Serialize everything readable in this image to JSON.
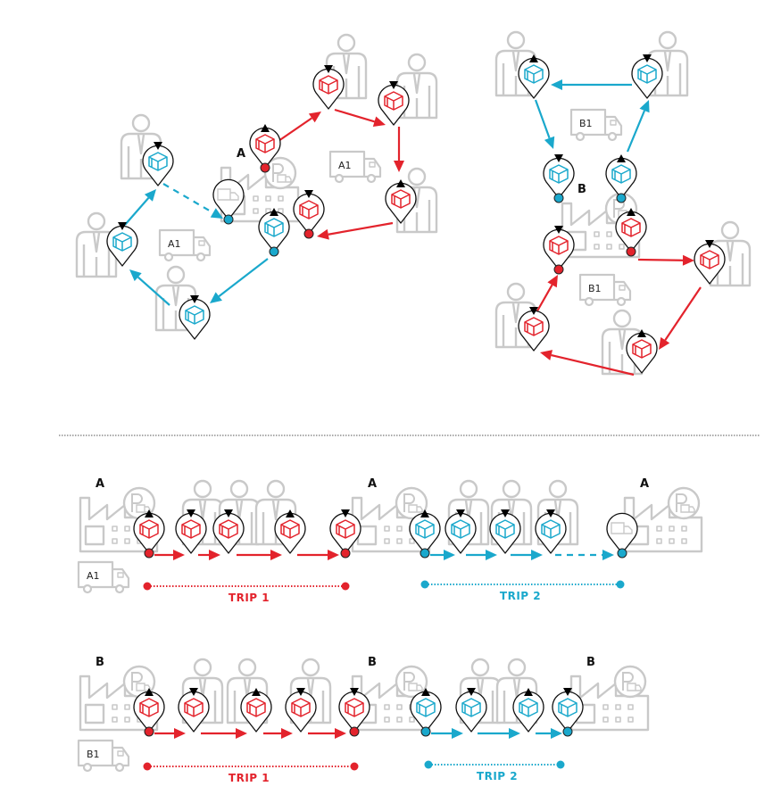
{
  "colors": {
    "trip1": "#e3232c",
    "trip2": "#1aa8cc",
    "outline": "#c9c9c9",
    "pin_stroke": "#111111"
  },
  "routes": [
    {
      "depot": "A",
      "truck": "A1",
      "trips": [
        {
          "label": "TRIP 1",
          "color_key": "trip1",
          "icon": "box",
          "markers": [
            "triangle-up",
            "triangle-down",
            "triangle-down",
            "triangle-up",
            "triangle-down"
          ]
        },
        {
          "label": "TRIP 2",
          "color_key": "trip2",
          "icon": "box",
          "markers": [
            "triangle-up",
            "triangle-down",
            "triangle-down",
            "triangle-down",
            "empty-truck-return"
          ]
        }
      ]
    },
    {
      "depot": "B",
      "truck": "B1",
      "trips": [
        {
          "label": "TRIP 1",
          "color_key": "trip1",
          "icon": "box",
          "markers": [
            "triangle-up",
            "triangle-down",
            "triangle-up",
            "triangle-down",
            "triangle-down"
          ]
        },
        {
          "label": "TRIP 2",
          "color_key": "trip2",
          "icon": "box",
          "markers": [
            "triangle-up",
            "triangle-down",
            "triangle-up",
            "triangle-down"
          ]
        }
      ]
    }
  ]
}
